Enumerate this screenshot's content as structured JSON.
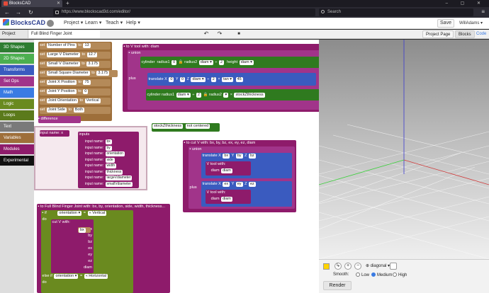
{
  "browser": {
    "tab_title": "BlocksCAD",
    "new_tab": "+",
    "url": "https://www.blockscad3d.com/editor/",
    "search_placeholder": "Search",
    "back": "←",
    "forward": "→",
    "reload": "↻",
    "menu": "≡",
    "window_controls": "–  ▢  ✕"
  },
  "app": {
    "logo": "BlocksCAD",
    "menus": [
      "Project",
      "Learn",
      "Teach",
      "Help"
    ],
    "save_label": "Save",
    "user_label": "WillAdams"
  },
  "toolbar": {
    "project_name_label": "Project Name",
    "project_name_value": "Full Blind Finger Joint",
    "undo": "↶",
    "redo": "↷",
    "delete": "🗑",
    "project_page": "Project Page",
    "blocks": "Blocks",
    "code": "Code"
  },
  "categories": [
    {
      "label": "3D Shapes",
      "color": "#2e7d32"
    },
    {
      "label": "2D Shapes",
      "color": "#4caf50"
    },
    {
      "label": "Transforms",
      "color": "#3a5bbf"
    },
    {
      "label": "Set Ops",
      "color": "#a1348a"
    },
    {
      "label": "Math",
      "color": "#3a7be3"
    },
    {
      "label": "Logic",
      "color": "#6a8a1f"
    },
    {
      "label": "Loops",
      "color": "#5b7a1b"
    },
    {
      "label": "Text",
      "color": "#7a7a7a"
    },
    {
      "label": "Variables",
      "color": "#9e6f3a"
    },
    {
      "label": "Modules",
      "color": "#8e1b6b"
    },
    {
      "label": "Experimental",
      "color": "#111111"
    }
  ],
  "variables": [
    {
      "label": "Number of Pins",
      "value": "13"
    },
    {
      "label": "Large V Diameter",
      "value": "12.7"
    },
    {
      "label": "Small V Diameter",
      "value": "3.175"
    },
    {
      "label": "Small Square Diameter",
      "value": "3.175"
    },
    {
      "label": "Joint X Position",
      "value": "75"
    },
    {
      "label": "Joint Y Position",
      "value": "0"
    },
    {
      "label": "Joint Orientation",
      "value": "Vertical"
    },
    {
      "label": "Joint Side",
      "value": "Both"
    }
  ],
  "blocks": {
    "set_kw": "set",
    "to_kw": "to",
    "difference": "difference",
    "vtool_header": "to V tool with: diam",
    "union": "union",
    "plus": "plus",
    "cylinder": "cylinder",
    "radius1": "radius1",
    "radius2": "radius2",
    "height": "height",
    "translate": "translate",
    "x": "X",
    "y": "Y",
    "z": "Z",
    "zero": "0",
    "two": "2",
    "diam": "diam",
    "tan": "tan",
    "tan_val": "45",
    "op_div": "÷",
    "op_mul": "×",
    "small_z": "stockZthickness",
    "not_centered": "not centered",
    "cutv_header": "to cut V with: bx, by, bz, ex, ey, ez, diam",
    "vtool_with": "V tool with:",
    "bx": "bx",
    "by": "by",
    "bz": "bz",
    "ex": "ex",
    "ey": "ey",
    "ez": "ez",
    "fbfj_header": "to Full Blind Finger Joint with: bx, by, orientation, side, width, thickness...",
    "if_kw": "if",
    "else_if_kw": "else if",
    "do_kw": "do",
    "orientation": "orientation",
    "eq": "=",
    "vertical": "Vertical",
    "horizontal": "Horizontal",
    "cutv_call": "cut V with:",
    "param_labels": [
      "bx",
      "by",
      "bz",
      "ex",
      "ey",
      "ez",
      "diam"
    ]
  },
  "popup": {
    "input_name_block": "input name: x",
    "inputs_title": "inputs",
    "inputs": [
      "bx",
      "by",
      "orientation",
      "side",
      "width",
      "thickness",
      "largeVdiameter",
      "smallVdiameter"
    ],
    "input_prefix": "input name:"
  },
  "view3d": {
    "view_label": "diagonal",
    "smooth_label": "Smooth:",
    "options": [
      "Low",
      "Medium",
      "High"
    ],
    "selected": "Medium",
    "render": "Render",
    "zoom_in": "+",
    "zoom_out": "−",
    "zoom_reset": "○"
  }
}
